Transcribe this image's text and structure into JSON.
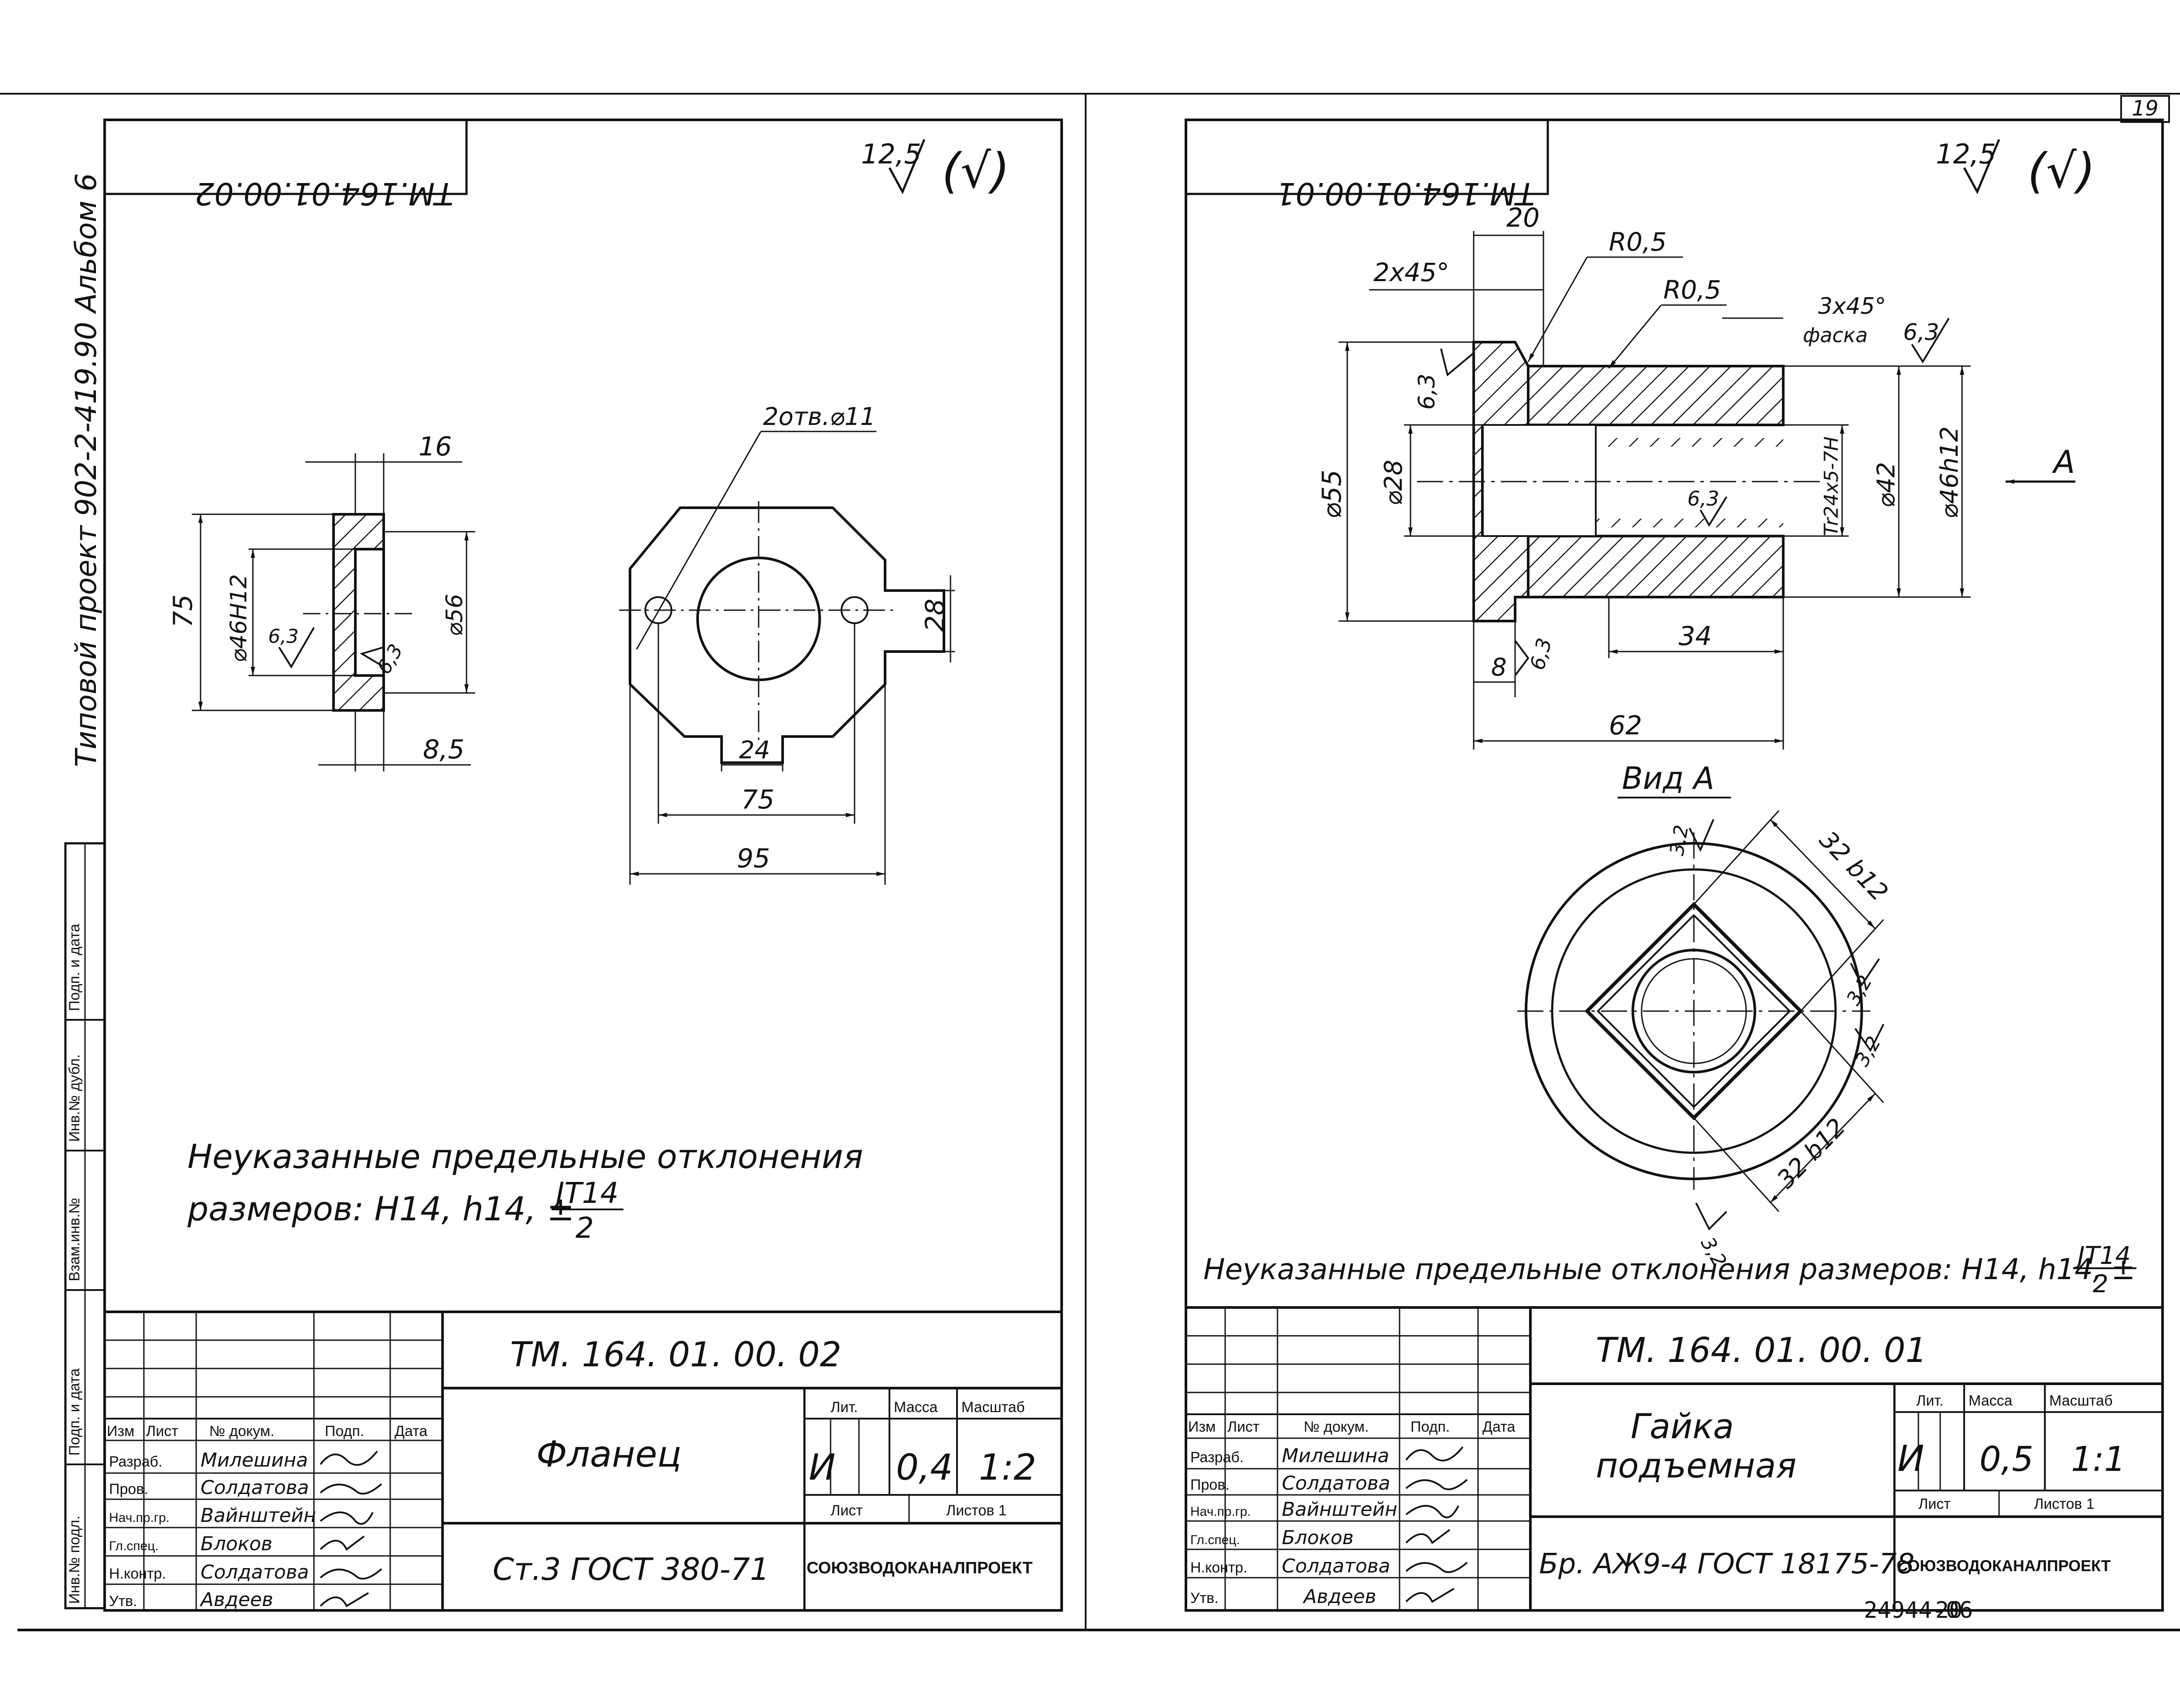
{
  "sheet_number": "19",
  "bottom_code": "24944-06",
  "bottom_sheet": "20",
  "side_title": "Типовой проект 902-2-419.90 Альбом 6",
  "side_stamps": [
    "Инв.№ подл.",
    "Подп. и дата",
    "Взам.инв.№",
    "Инв.№ дубл.",
    "Подп. и дата"
  ],
  "left": {
    "code_rotated": "ТМ.164.01.00.02",
    "roughness_general": "12,5",
    "roughness_paren": "(√)",
    "dims": {
      "d16": "16",
      "d75": "75",
      "bore": "⌀46H12",
      "od": "⌀56",
      "r63a": "6,3",
      "r63b": "6,3",
      "d85": "8,5",
      "holes": "2отв.⌀11",
      "d28": "28",
      "d24": "24",
      "d75b": "75",
      "d95": "95"
    },
    "note_line1": "Неуказанные предельные отклонения",
    "note_line2": "размеров: H14, h14, ±",
    "note_frac_num": "JT14",
    "note_frac_den": "2",
    "title": {
      "code": "ТМ. 164. 01. 00. 02",
      "name": "Фланец",
      "material": "Ст.3  ГОСТ 380-71",
      "company": "СОЮЗВОДОКАНАЛПРОЕКТ",
      "lit_label": "Лит.",
      "mass_label": "Масса",
      "scale_label": "Масштаб",
      "lit": "И",
      "mass": "0,4",
      "scale": "1:2",
      "sheet_label": "Лист",
      "sheets_label": "Листов 1",
      "col_headers": [
        "Изм",
        "Лист",
        "№ докум.",
        "Подп.",
        "Дата"
      ],
      "roles": [
        "Разраб.",
        "Пров.",
        "Нач.пр.гр.",
        "Гл.спец.",
        "Н.контр.",
        "Утв."
      ],
      "names": [
        "Милешина",
        "Солдатова",
        "Вайнштейн",
        "Блоков",
        "Солдатова",
        "Авдеев"
      ]
    }
  },
  "right": {
    "code_rotated": "ТМ.164.01.00.01",
    "roughness_general": "12,5",
    "roughness_paren": "(√)",
    "dims": {
      "d20": "20",
      "r05a": "R0,5",
      "r05b": "R0,5",
      "ch2": "2x45°",
      "ch3": "3x45°",
      "ch3b": "фаска",
      "r63top": "6,3",
      "r63left": "6,3",
      "d55": "⌀55",
      "d28": "⌀28",
      "r63in": "6,3",
      "thread": "Tr24x5-7H",
      "d42": "⌀42",
      "d46": "⌀46h12",
      "viewA": "A",
      "d8": "8",
      "r63b": "6,3",
      "d34": "34",
      "d62": "62"
    },
    "view_label": "Вид А",
    "view_dims": {
      "s1": "32 b12",
      "s2": "32 b12",
      "r1": "3,2",
      "r2": "3,2",
      "r3": "3,2",
      "r4": "3,2"
    },
    "note": "Неуказанные предельные отклонения размеров: H14, h14, ±",
    "note_frac_num": "JT14",
    "note_frac_den": "2",
    "title": {
      "code": "ТМ. 164. 01. 00. 01",
      "name1": "Гайка",
      "name2": "подъемная",
      "material": "Бр. АЖ9-4 ГОСТ 18175-78",
      "company": "СОЮЗВОДОКАНАЛПРОЕКТ",
      "lit_label": "Лит.",
      "mass_label": "Масса",
      "scale_label": "Масштаб",
      "lit": "И",
      "mass": "0,5",
      "scale": "1:1",
      "sheet_label": "Лист",
      "sheets_label": "Листов 1",
      "col_headers": [
        "Изм",
        "Лист",
        "№ докум.",
        "Подп.",
        "Дата"
      ],
      "roles": [
        "Разраб.",
        "Пров.",
        "Нач.пр.гр.",
        "Гл.спец.",
        "Н.контр.",
        "Утв."
      ],
      "names": [
        "Милешина",
        "Солдатова",
        "Вайнштейн",
        "Блоков",
        "Солдатова",
        "Авдеев"
      ]
    }
  }
}
